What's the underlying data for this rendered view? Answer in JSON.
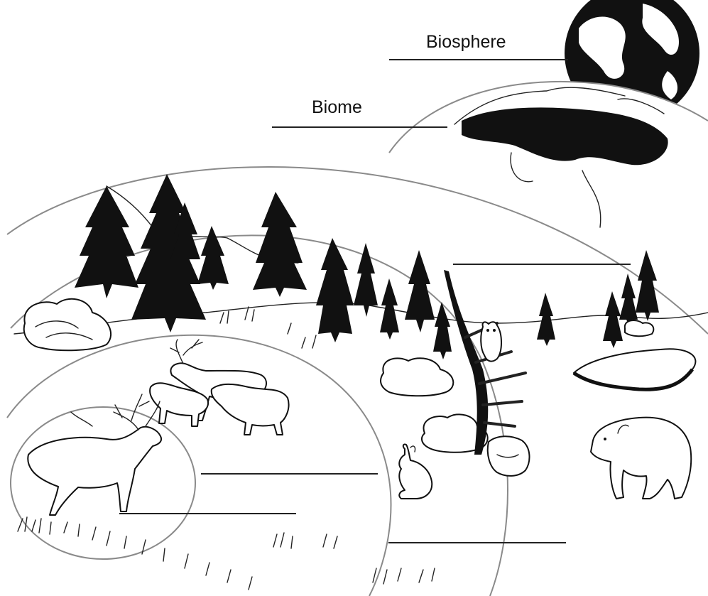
{
  "labels": {
    "biosphere": "Biosphere",
    "biome": "Biome"
  },
  "blank_lines": [
    "ecosystem-answer-line",
    "community-answer-line",
    "population-answer-line",
    "organism-answer-line",
    "population-extra-answer-line"
  ],
  "colors": {
    "ink": "#111111",
    "scope_arc": "#8a8a8a",
    "background": "#ffffff"
  },
  "icons": [
    "globe-icon",
    "conifer-tree-icon",
    "bush-icon",
    "elk-icon",
    "owl-icon",
    "rabbit-icon",
    "beaver-icon",
    "bear-icon",
    "pond-icon",
    "grass-tuft-icon"
  ]
}
